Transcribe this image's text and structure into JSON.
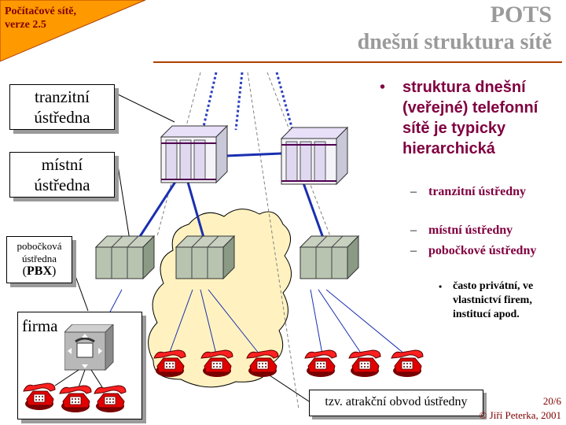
{
  "header": {
    "corner_text_line1": "Počítačové sítě,",
    "corner_text_line2": "verze 2.5",
    "title_line1": "POTS",
    "title_line2": "dnešní struktura sítě"
  },
  "labels": {
    "tranzitni_line1": "tranzitní",
    "tranzitni_line2": "ústředna",
    "mistni_line1": "místní",
    "mistni_line2": "ústředna",
    "pbx_line1": "pobočková",
    "pbx_line2": "ústředna",
    "pbx_tag_open": "(",
    "pbx_tag": "PBX",
    "pbx_tag_close": ")",
    "firma": "firma",
    "atrakcni": "tzv. atrakční obvod ústředny"
  },
  "bullets": {
    "main": "struktura dnešní (veřejné) telefonní sítě je typicky hierarchická",
    "sub": [
      "tranzitní ústředny",
      "místní ústředny",
      "pobočkové ústředny"
    ],
    "subsub": "často privátní, ve vlastnictví firem, institucí apod."
  },
  "footer": {
    "page": "20/6",
    "copyright": "© Jiří Peterka, 2001"
  },
  "colors": {
    "accent": "#800000",
    "bullet": "#800040",
    "corner_fill": "#ff9900",
    "cloud": "#fff2c0",
    "link_blue": "#1a2fb0"
  },
  "icons": [
    "telephone-icon",
    "pbx-icon",
    "transit-exchange-icon",
    "local-exchange-icon"
  ]
}
